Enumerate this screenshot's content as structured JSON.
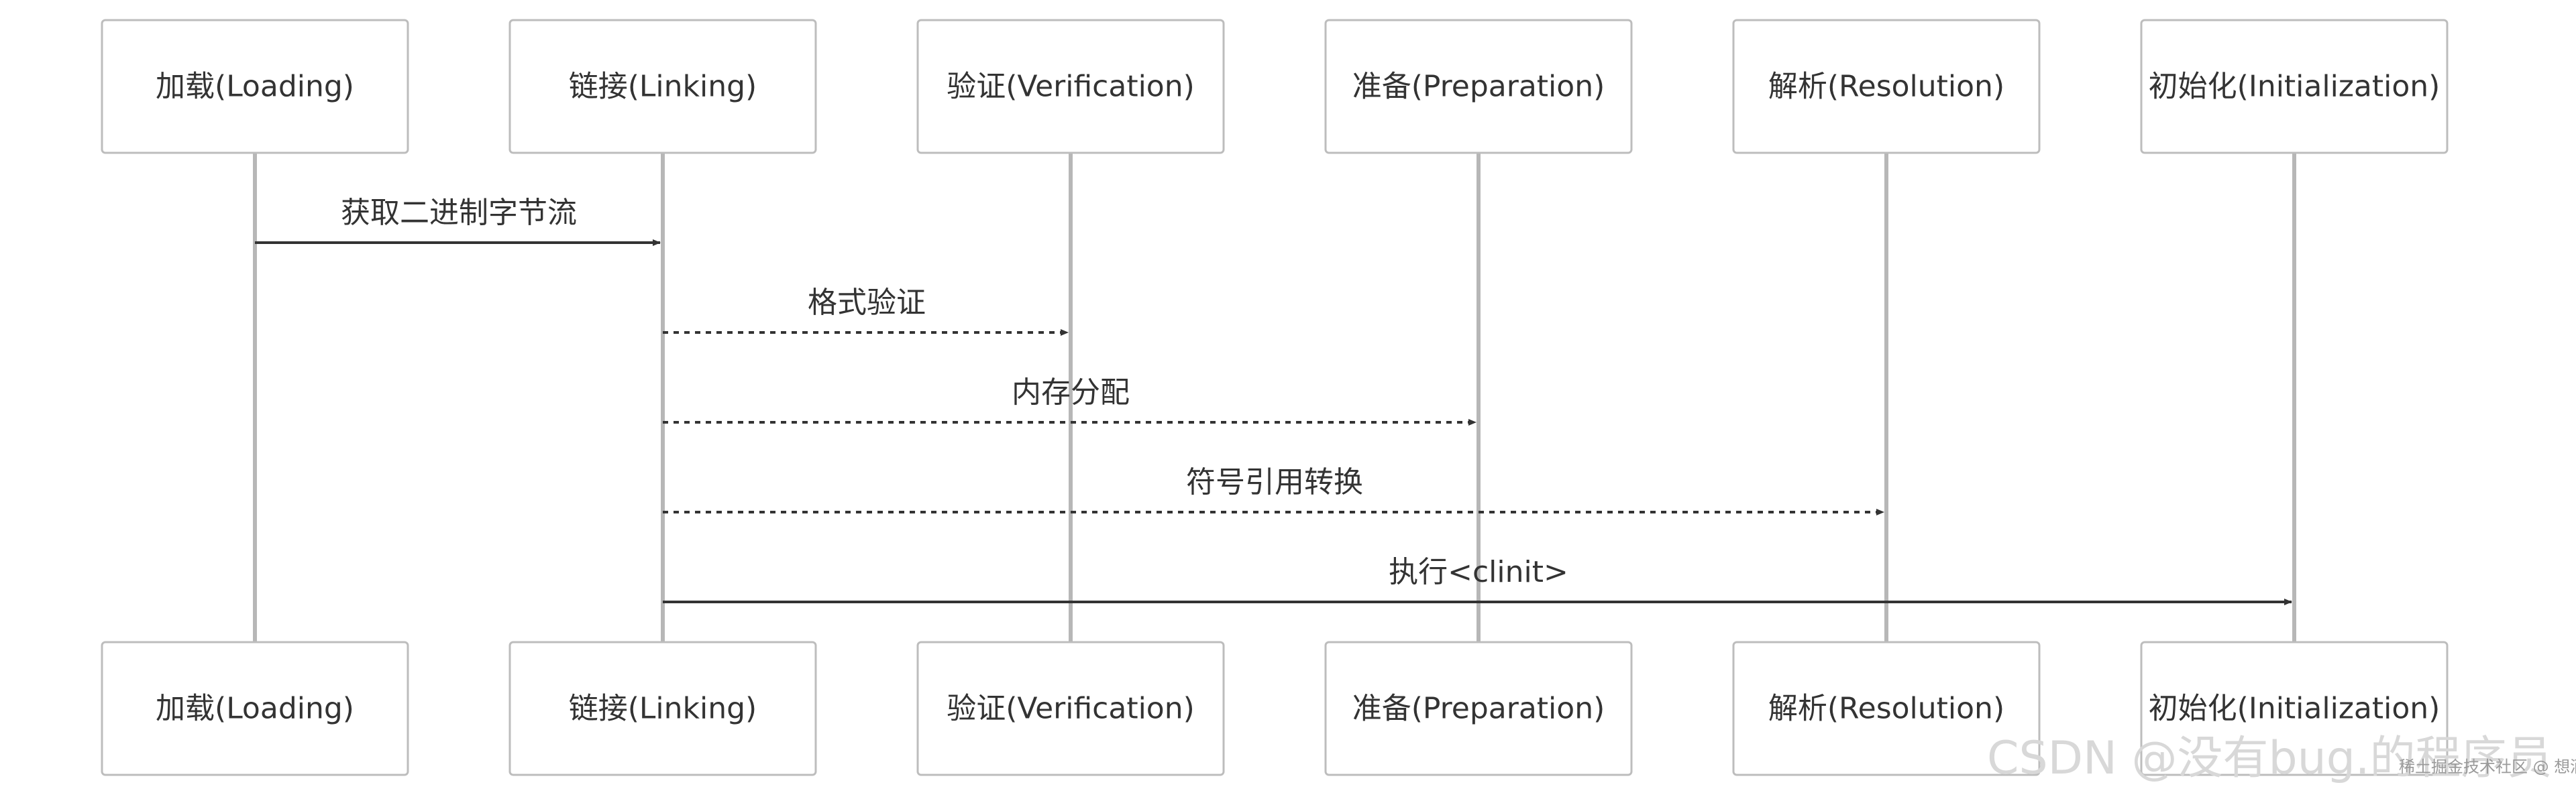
{
  "diagram": {
    "type": "sequence",
    "actors": [
      {
        "id": "loading",
        "label": "加载(Loading)"
      },
      {
        "id": "linking",
        "label": "链接(Linking)"
      },
      {
        "id": "verification",
        "label": "验证(Verification)"
      },
      {
        "id": "preparation",
        "label": "准备(Preparation)"
      },
      {
        "id": "resolution",
        "label": "解析(Resolution)"
      },
      {
        "id": "initialization",
        "label": "初始化(Initialization)"
      }
    ],
    "messages": [
      {
        "from": "loading",
        "to": "linking",
        "label": "获取二进制字节流",
        "style": "solid"
      },
      {
        "from": "linking",
        "to": "verification",
        "label": "格式验证",
        "style": "dashed"
      },
      {
        "from": "linking",
        "to": "preparation",
        "label": "内存分配",
        "style": "dashed"
      },
      {
        "from": "linking",
        "to": "resolution",
        "label": "符号引用转换",
        "style": "dashed"
      },
      {
        "from": "linking",
        "to": "initialization",
        "label": "执行<clinit>",
        "style": "solid"
      }
    ]
  },
  "watermark": {
    "main": "CSDN @没有bug.的程序员",
    "sub": "稀土掘金技术社区 @ 想酒"
  }
}
